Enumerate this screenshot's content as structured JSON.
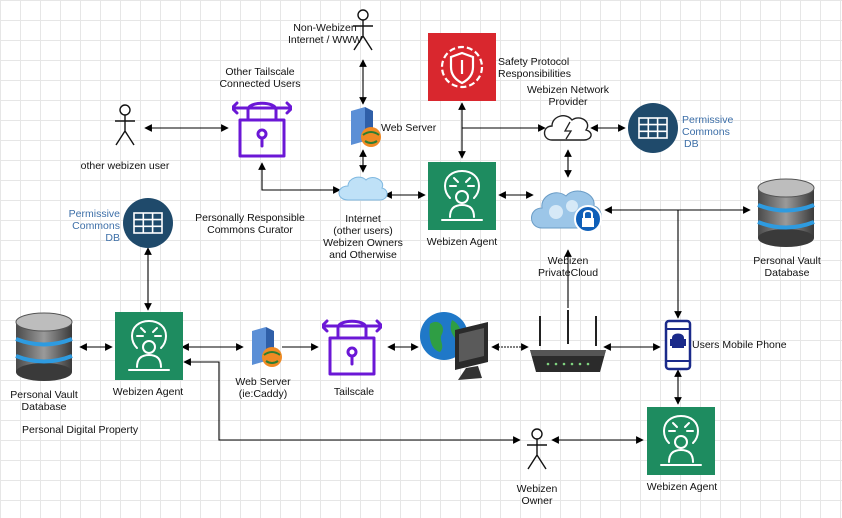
{
  "labels": {
    "non_webizen_line1": "Non-Webizen",
    "non_webizen_line2": "Internet / WWW",
    "other_tailscale_line1": "Other Tailscale",
    "other_tailscale_line2": "Connected Users",
    "web_server_top": "Web Server",
    "safety_line1": "Safety Protocol",
    "safety_line2": "Responsibilities",
    "network_provider_line1": "Webizen Network",
    "network_provider_line2": "Provider",
    "permissive_top_line1": "Permissive",
    "permissive_top_line2": "Commons",
    "permissive_top_line3": "DB",
    "other_webizen_user": "other webizen user",
    "permissive_left_line1": "Permissive",
    "permissive_left_line2": "Commons",
    "permissive_left_line3": "DB",
    "curator_line1": "Personally Responsible",
    "curator_line2": "Commons Curator",
    "internet_line1": "Internet",
    "internet_line2": "(other users)",
    "internet_line3": "Webizen Owners",
    "internet_line4": "and Otherwise",
    "webizen_agent_center": "Webizen Agent",
    "private_cloud_line1": "Webizen",
    "private_cloud_line2": "PrivateCloud",
    "personal_vault_right_line1": "Personal Vault",
    "personal_vault_right_line2": "Database",
    "personal_vault_left_line1": "Personal Vault",
    "personal_vault_left_line2": "Database",
    "webizen_agent_left": "Webizen Agent",
    "web_server_caddy_line1": "Web Server",
    "web_server_caddy_line2": "(ie:Caddy)",
    "tailscale": "Tailscale",
    "users_mobile_phone": "Users Mobile Phone",
    "personal_digital_property": "Personal Digital Property",
    "webizen_owner_line1": "Webizen",
    "webizen_owner_line2": "Owner",
    "webizen_agent_bottom": "Webizen Agent"
  },
  "colors": {
    "agent_green": "#1e8c60",
    "safety_red": "#d9272e",
    "tailscale_purple": "#6b17d6",
    "db_navy": "#1f4a6b",
    "link_blue": "#3d6fa8",
    "phone_navy": "#1a2a8a"
  },
  "icons": [
    "stick-figure-icon",
    "padlock-arrows-icon",
    "web-server-icon",
    "safety-shield-gear-icon",
    "cloud-lightning-icon",
    "database-grid-icon",
    "cloud-icon",
    "agent-brain-person-icon",
    "private-cloud-lock-icon",
    "cylinder-database-icon",
    "globe-monitor-icon",
    "router-icon",
    "mobile-phone-icon"
  ]
}
